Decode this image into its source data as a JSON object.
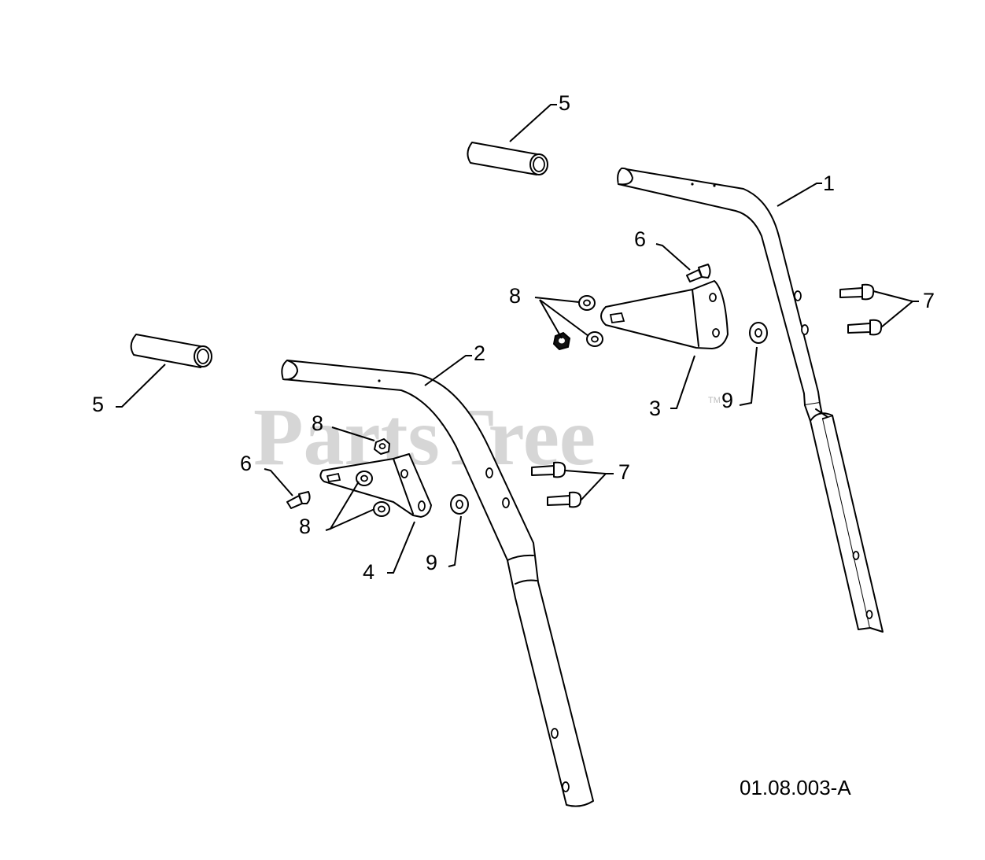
{
  "watermark": {
    "text": "PartsTree",
    "trademark": "TM"
  },
  "reference_code": "01.08.003-A",
  "callouts": {
    "c1": "1",
    "c2": "2",
    "c3": "3",
    "c4": "4",
    "c5_top": "5",
    "c5_left": "5",
    "c6_right": "6",
    "c6_left": "6",
    "c7_right": "7",
    "c7_mid": "7",
    "c8_right": "8",
    "c8_left_top": "8",
    "c8_left_bottom": "8",
    "c9_right": "9",
    "c9_left": "9"
  }
}
